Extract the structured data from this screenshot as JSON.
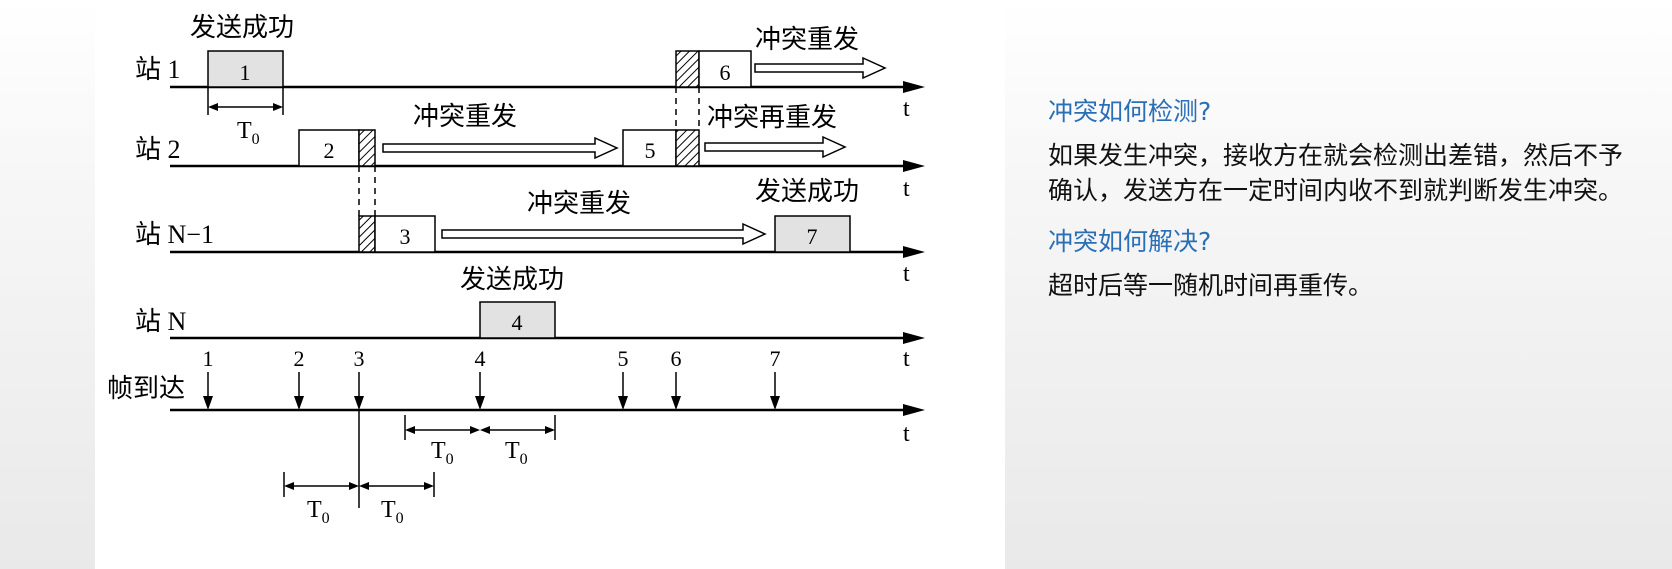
{
  "diagram": {
    "time_label": "t",
    "t0_label": "T",
    "t0_sub": "0",
    "arrivals_label": "帧到达",
    "stations": [
      {
        "label": "站 1"
      },
      {
        "label": "站 2"
      },
      {
        "label": "站 N−1"
      },
      {
        "label": "站 N"
      }
    ],
    "arrival_numbers": [
      "1",
      "2",
      "3",
      "4",
      "5",
      "6",
      "7"
    ],
    "frames": [
      {
        "num": "1",
        "result": "success"
      },
      {
        "num": "2",
        "result": "collision"
      },
      {
        "num": "3",
        "result": "collision"
      },
      {
        "num": "4",
        "result": "success"
      },
      {
        "num": "5",
        "result": "collision"
      },
      {
        "num": "6",
        "result": "collision"
      },
      {
        "num": "7",
        "result": "success"
      }
    ],
    "annotations": {
      "success": "发送成功",
      "retransmit": "冲突重发",
      "retransmit_again": "冲突再重发"
    }
  },
  "notes": {
    "detect_heading": "冲突如何检测?",
    "detect_body": "如果发生冲突，接收方在就会检测出差错，然后不予确认，发送方在一定时间内收不到就判断发生冲突。",
    "resolve_heading": "冲突如何解决?",
    "resolve_body": "超时后等一随机时间再重传。"
  }
}
